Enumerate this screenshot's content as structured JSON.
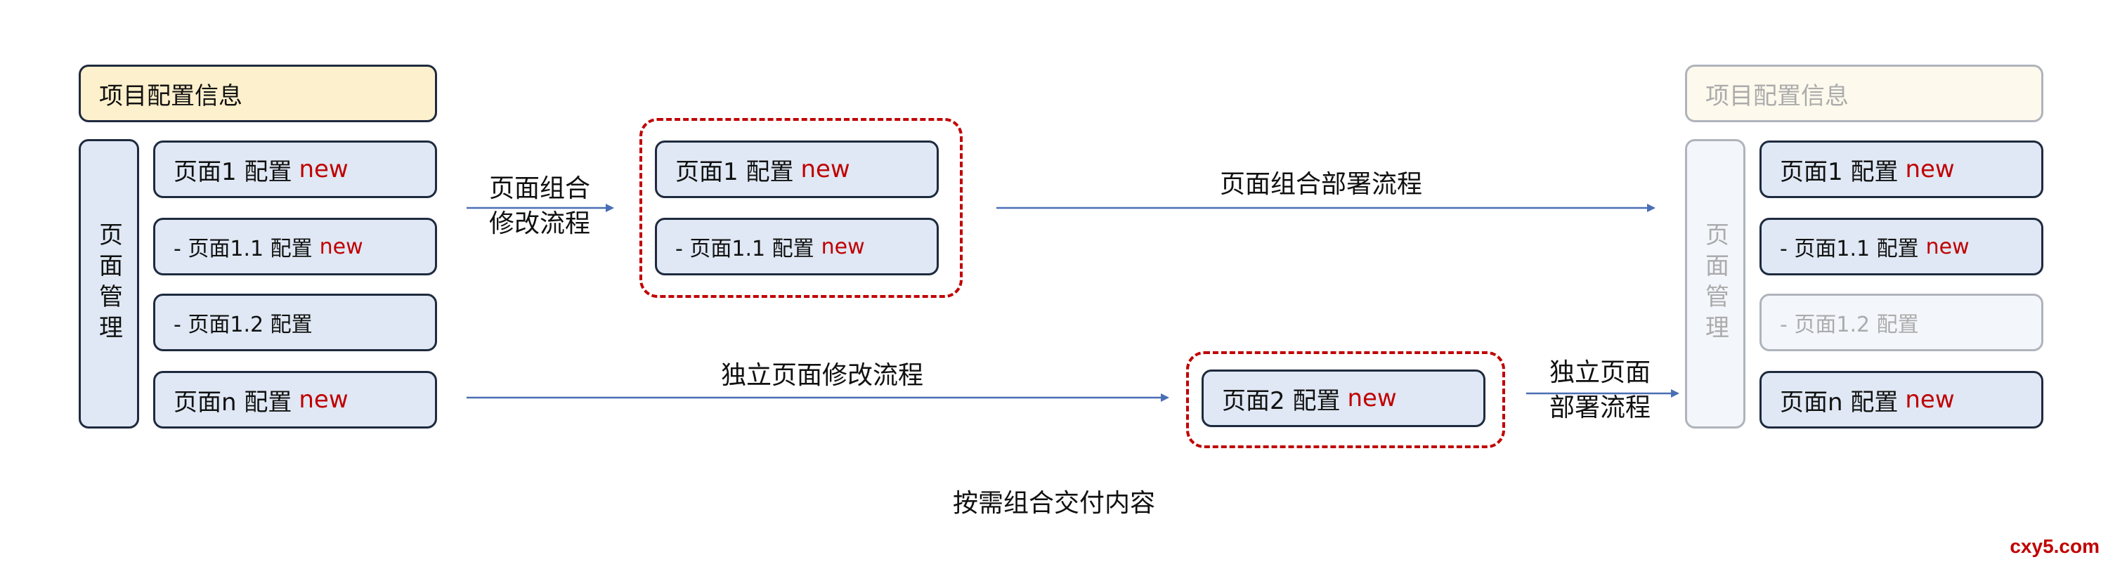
{
  "left": {
    "header": "项目配置信息",
    "sidebar": "页面管理",
    "items": [
      {
        "text": "页面1 配置",
        "tag": "new"
      },
      {
        "text": "- 页面1.1 配置",
        "tag": "new"
      },
      {
        "text": "- 页面1.2 配置",
        "tag": ""
      },
      {
        "text": "页面n 配置",
        "tag": "new"
      }
    ]
  },
  "middle": {
    "combined": [
      {
        "text": "页面1 配置",
        "tag": "new"
      },
      {
        "text": "- 页面1.1 配置",
        "tag": "new"
      }
    ],
    "independent": {
      "text": "页面2 配置",
      "tag": "new"
    }
  },
  "right": {
    "header": "项目配置信息",
    "sidebar": "页面管理",
    "items": [
      {
        "text": "页面1 配置",
        "tag": "new"
      },
      {
        "text": "- 页面1.1 配置",
        "tag": "new"
      },
      {
        "text": "- 页面1.2 配置",
        "tag": ""
      },
      {
        "text": "页面n 配置",
        "tag": "new"
      }
    ]
  },
  "flows": {
    "combine_modify": "页面组合\n修改流程",
    "combine_deploy": "页面组合部署流程",
    "independent_modify": "独立页面修改流程",
    "independent_deploy": "独立页面\n部署流程"
  },
  "caption": "按需组合交付内容",
  "watermark": "cxy5.com",
  "colors": {
    "accent_red": "#c00000",
    "arrow_blue": "#4a6fb5",
    "box_fill": "#dfe8f4",
    "header_fill": "#fdf0cc"
  }
}
